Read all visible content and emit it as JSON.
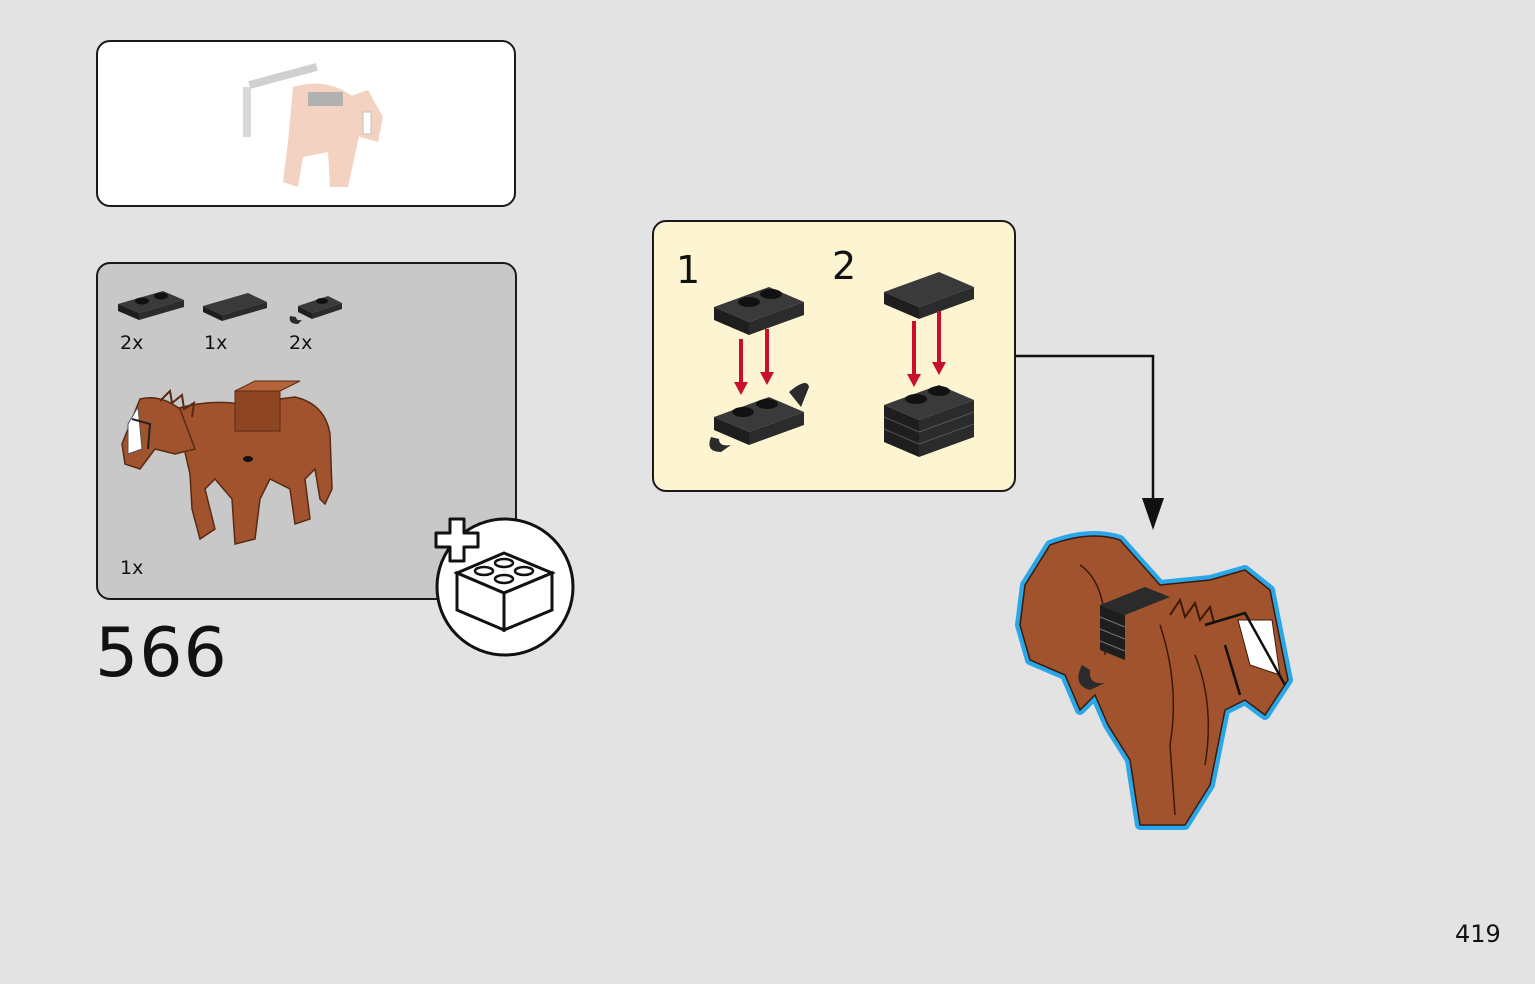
{
  "parts_list": {
    "items": [
      {
        "part": "plate-1x2",
        "color": "#2b2b2b",
        "quantity": "2x"
      },
      {
        "part": "tile-1x2",
        "color": "#2b2b2b",
        "quantity": "1x"
      },
      {
        "part": "plate-clip",
        "color": "#2b2b2b",
        "quantity": "2x"
      },
      {
        "part": "horse",
        "color": "#a0532c",
        "quantity": "1x"
      }
    ]
  },
  "step": {
    "number": "566"
  },
  "substeps": [
    {
      "label": "1"
    },
    {
      "label": "2"
    }
  ],
  "page": {
    "number": "419"
  },
  "colors": {
    "horse_brown": "#a0532c",
    "black_brick": "#2b2b2b",
    "arrow_red": "#c8102e",
    "highlight_blue": "#2aa7e8",
    "substep_bg": "#fdf4d1"
  },
  "icons": {
    "new_part_badge": "add-brick-icon"
  }
}
